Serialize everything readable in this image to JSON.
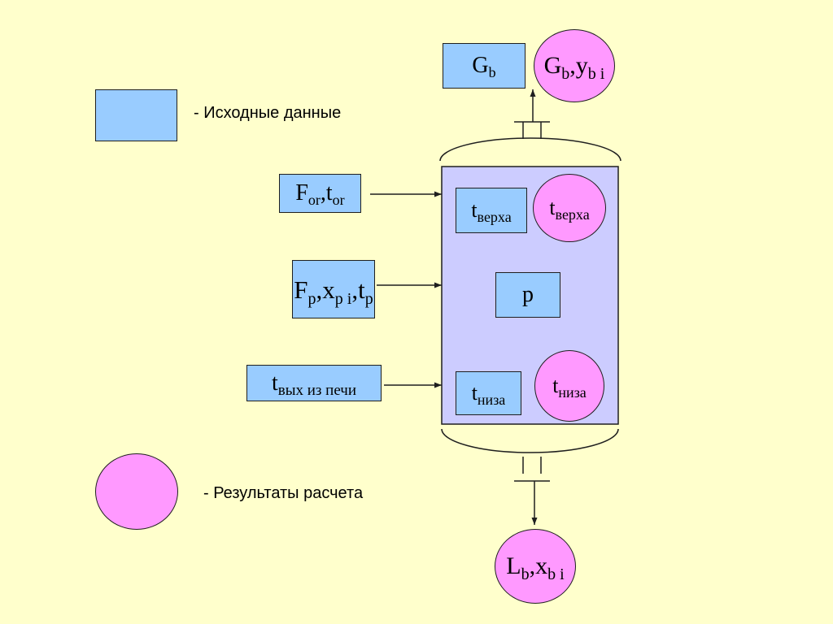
{
  "legend": {
    "input_label": "- Исходные данные",
    "result_label": "- Результаты расчета"
  },
  "top_output": {
    "box": {
      "m1": "G",
      "s1": "b"
    },
    "circle": {
      "m1": "G",
      "s1": "b",
      "m2": ",y",
      "s2": "b i"
    }
  },
  "bottom_output": {
    "circle": {
      "m1": "L",
      "s1": "b",
      "m2": ",x",
      "s2": "b i"
    }
  },
  "inputs": {
    "feed_or": {
      "m1": "F",
      "s1": "or",
      "m2": ",t",
      "s2": "or"
    },
    "feed_p": {
      "m1": "F",
      "s1": "p",
      "m2": ",x",
      "s2": "p i",
      "m3": ",t",
      "s3": "p"
    },
    "furnace": {
      "m1": "t",
      "s1": "вых из печи"
    }
  },
  "column": {
    "top_temp_box": {
      "m1": "t",
      "s1": "верха"
    },
    "top_temp_circle": {
      "m1": "t",
      "s1": "верха"
    },
    "pressure_box": {
      "m1": "p"
    },
    "bottom_temp_box": {
      "m1": "t",
      "s1": "низа"
    },
    "bottom_temp_circle": {
      "m1": "t",
      "s1": "низа"
    }
  },
  "colors": {
    "background": "#FFFFCC",
    "input_fill": "#99CCFF",
    "result_fill": "#FF99FF",
    "column_fill": "#CCCCFF",
    "stroke": "#1f1f1f"
  }
}
